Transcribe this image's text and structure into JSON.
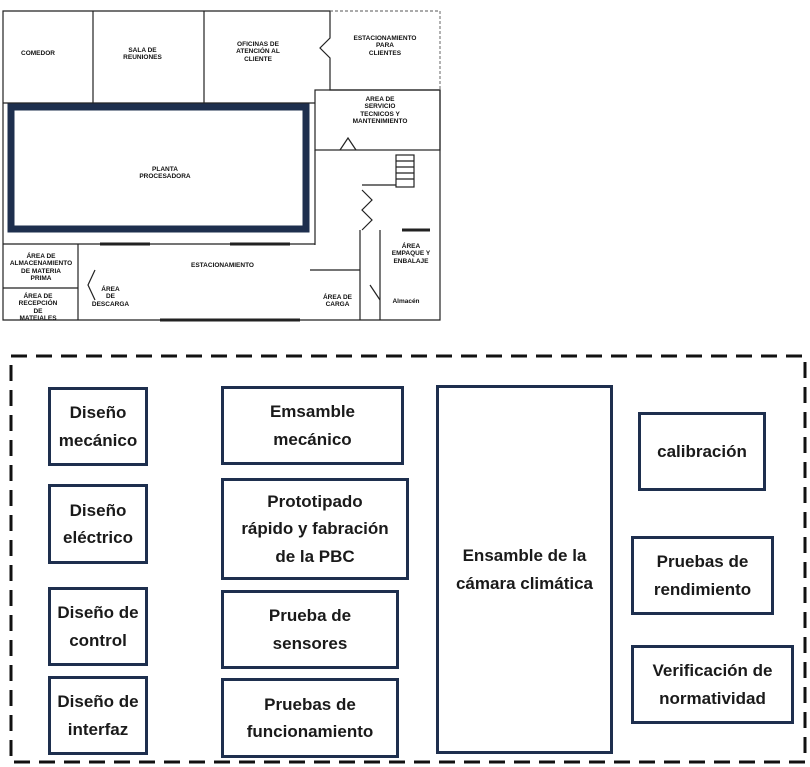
{
  "floor_plan": {
    "rooms": {
      "comedor": "COMEDOR",
      "sala": "SALA DE\nREUNIONES",
      "oficinas": "OFICINAS DE\nATENCIÓN AL\nCLIENTE",
      "estac_clientes": "ESTACIONAMIENTO\nPARA\nCLIENTES",
      "servicio": "AREA DE\nSERVICIO\nTECNICOS Y\nMANTENIMIENTO",
      "planta": "PLANTA\nPROCESADORA",
      "almacen_mp": "ÁREA DE\nALMACENAMIENTO\nDE MATERIA\nPRIMA",
      "recepcion": "ÁREA DE\nRECEPCIÓN\nDE\nMATEIALES",
      "descarga": "ÁREA\nDE\nDESCARGA",
      "estacionamiento": "ESTACIONAMIENTO",
      "carga": "ÁREA DE\nCARGA",
      "empaque": "ÁREA\nEMPAQUE Y\nENBALAJE",
      "almacen": "Almacén"
    }
  },
  "process_boxes": {
    "diseno_mecanico": "Diseño\nmecánico",
    "diseno_electrico": "Diseño\neléctrico",
    "diseno_control": "Diseño de\ncontrol",
    "diseno_interfaz": "Diseño de\ninterfaz",
    "emsamble_mecanico": "Emsamble\nmecánico",
    "prototipado": "Prototipado\nrápido y fabración\nde la PBC",
    "prueba_sensores": "Prueba de\nsensores",
    "pruebas_funcionamiento": "Pruebas de\nfuncionamiento",
    "ensamble_camara": "Ensamble de la\ncámara climática",
    "calibracion": "calibración",
    "pruebas_rendimiento": "Pruebas de\nrendimiento",
    "verificacion": "Verificación de\nnormatividad"
  },
  "colors": {
    "box_border": "#1e2f4e",
    "plant_wall": "#1e2f4e"
  }
}
